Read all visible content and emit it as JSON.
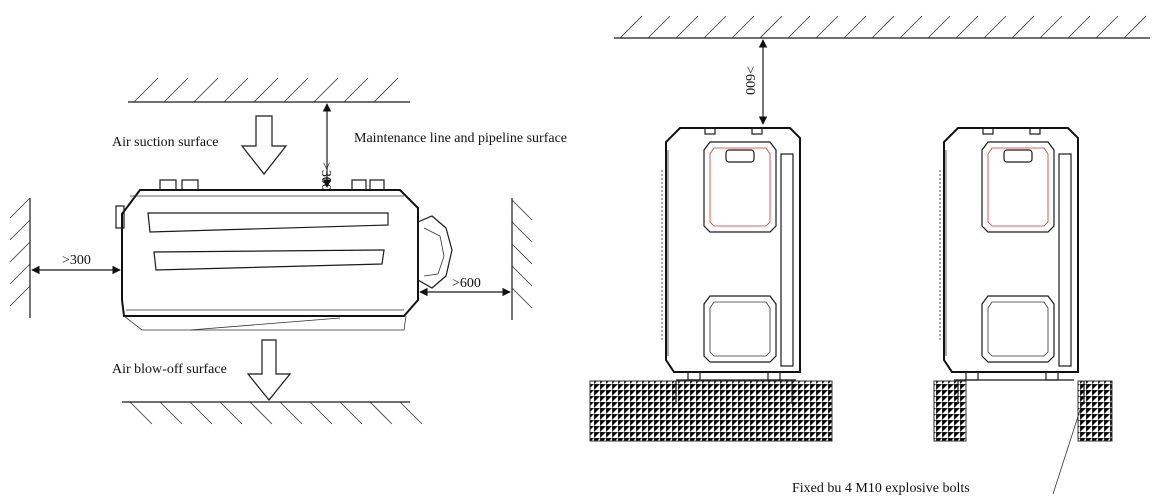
{
  "labels": {
    "air_suction": "Air suction surface",
    "maintenance": "Maintenance line and pipeline surface",
    "air_blowoff": "Air blow-off surface",
    "dim_top_left": ">300",
    "dim_left": ">300",
    "dim_right": ">600",
    "dim_top_right": ">600",
    "bolts": "Fixed bu 4 M10 explosive bolts"
  }
}
